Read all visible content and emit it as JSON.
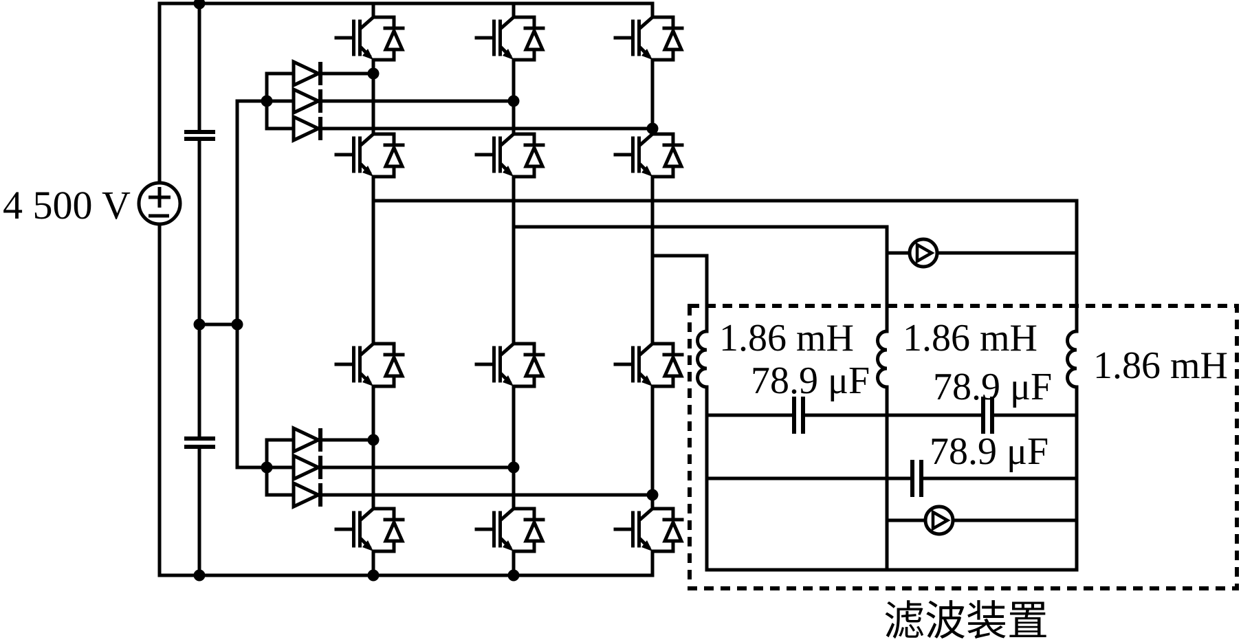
{
  "diagram": {
    "type": "three-level-npc-inverter-with-lc-filter",
    "caption": "滤波装置",
    "dc_source": {
      "label": "4 500 V"
    },
    "filter": {
      "inductors": [
        {
          "label": "1.86 mH"
        },
        {
          "label": "1.86 mH"
        },
        {
          "label": "1.86 mH"
        }
      ],
      "capacitors": [
        {
          "label": "78.9 μF"
        },
        {
          "label": "78.9 μF"
        },
        {
          "label": "78.9 μF"
        }
      ]
    },
    "colors": {
      "ink": "#000000",
      "background": "#ffffff"
    }
  }
}
